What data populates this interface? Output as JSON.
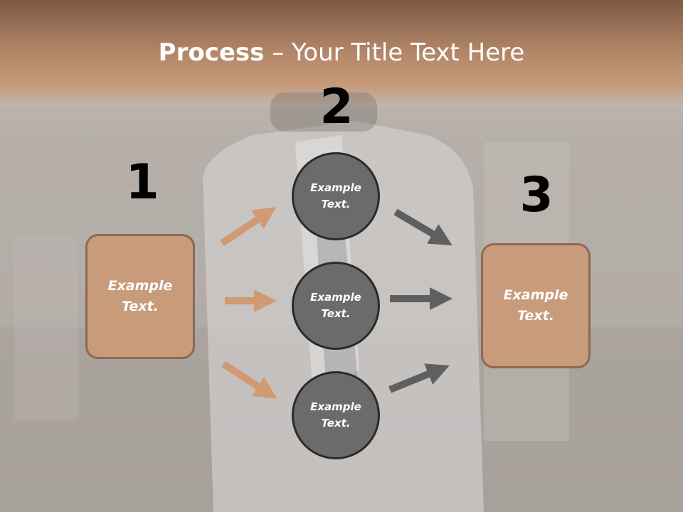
{
  "title": {
    "bold": "Process",
    "dash": " – ",
    "rest": "Your Title Text Here"
  },
  "colors": {
    "accent": "#c89b7b",
    "accent_border": "#8a6a55",
    "circle_fill": "#6b6b6b",
    "circle_border": "#2b2b2b",
    "arrow_left": "#d19a74",
    "arrow_right": "#5f5f5f"
  },
  "steps": {
    "one": {
      "number": "1",
      "text": "Example\nText."
    },
    "two": {
      "number": "2",
      "circles": [
        {
          "text": "Example\nText."
        },
        {
          "text": "Example\nText."
        },
        {
          "text": "Example\nText."
        }
      ]
    },
    "three": {
      "number": "3",
      "text": "Example\nText."
    }
  }
}
